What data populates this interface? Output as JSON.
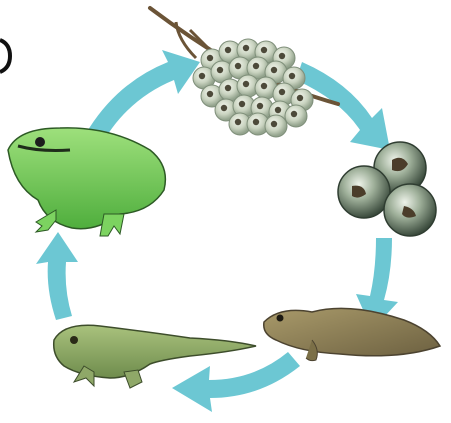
{
  "diagram": {
    "type": "cycle",
    "stages": [
      {
        "id": "eggs",
        "icon": "egg-mass-icon"
      },
      {
        "id": "embryos",
        "icon": "embryo-eggs-icon"
      },
      {
        "id": "tadpole",
        "icon": "tadpole-icon"
      },
      {
        "id": "froglet",
        "icon": "froglet-icon"
      },
      {
        "id": "adult-frog",
        "icon": "adult-frog-icon"
      }
    ],
    "arrow_color": "#6cc7d3",
    "arrow_count": 5
  }
}
